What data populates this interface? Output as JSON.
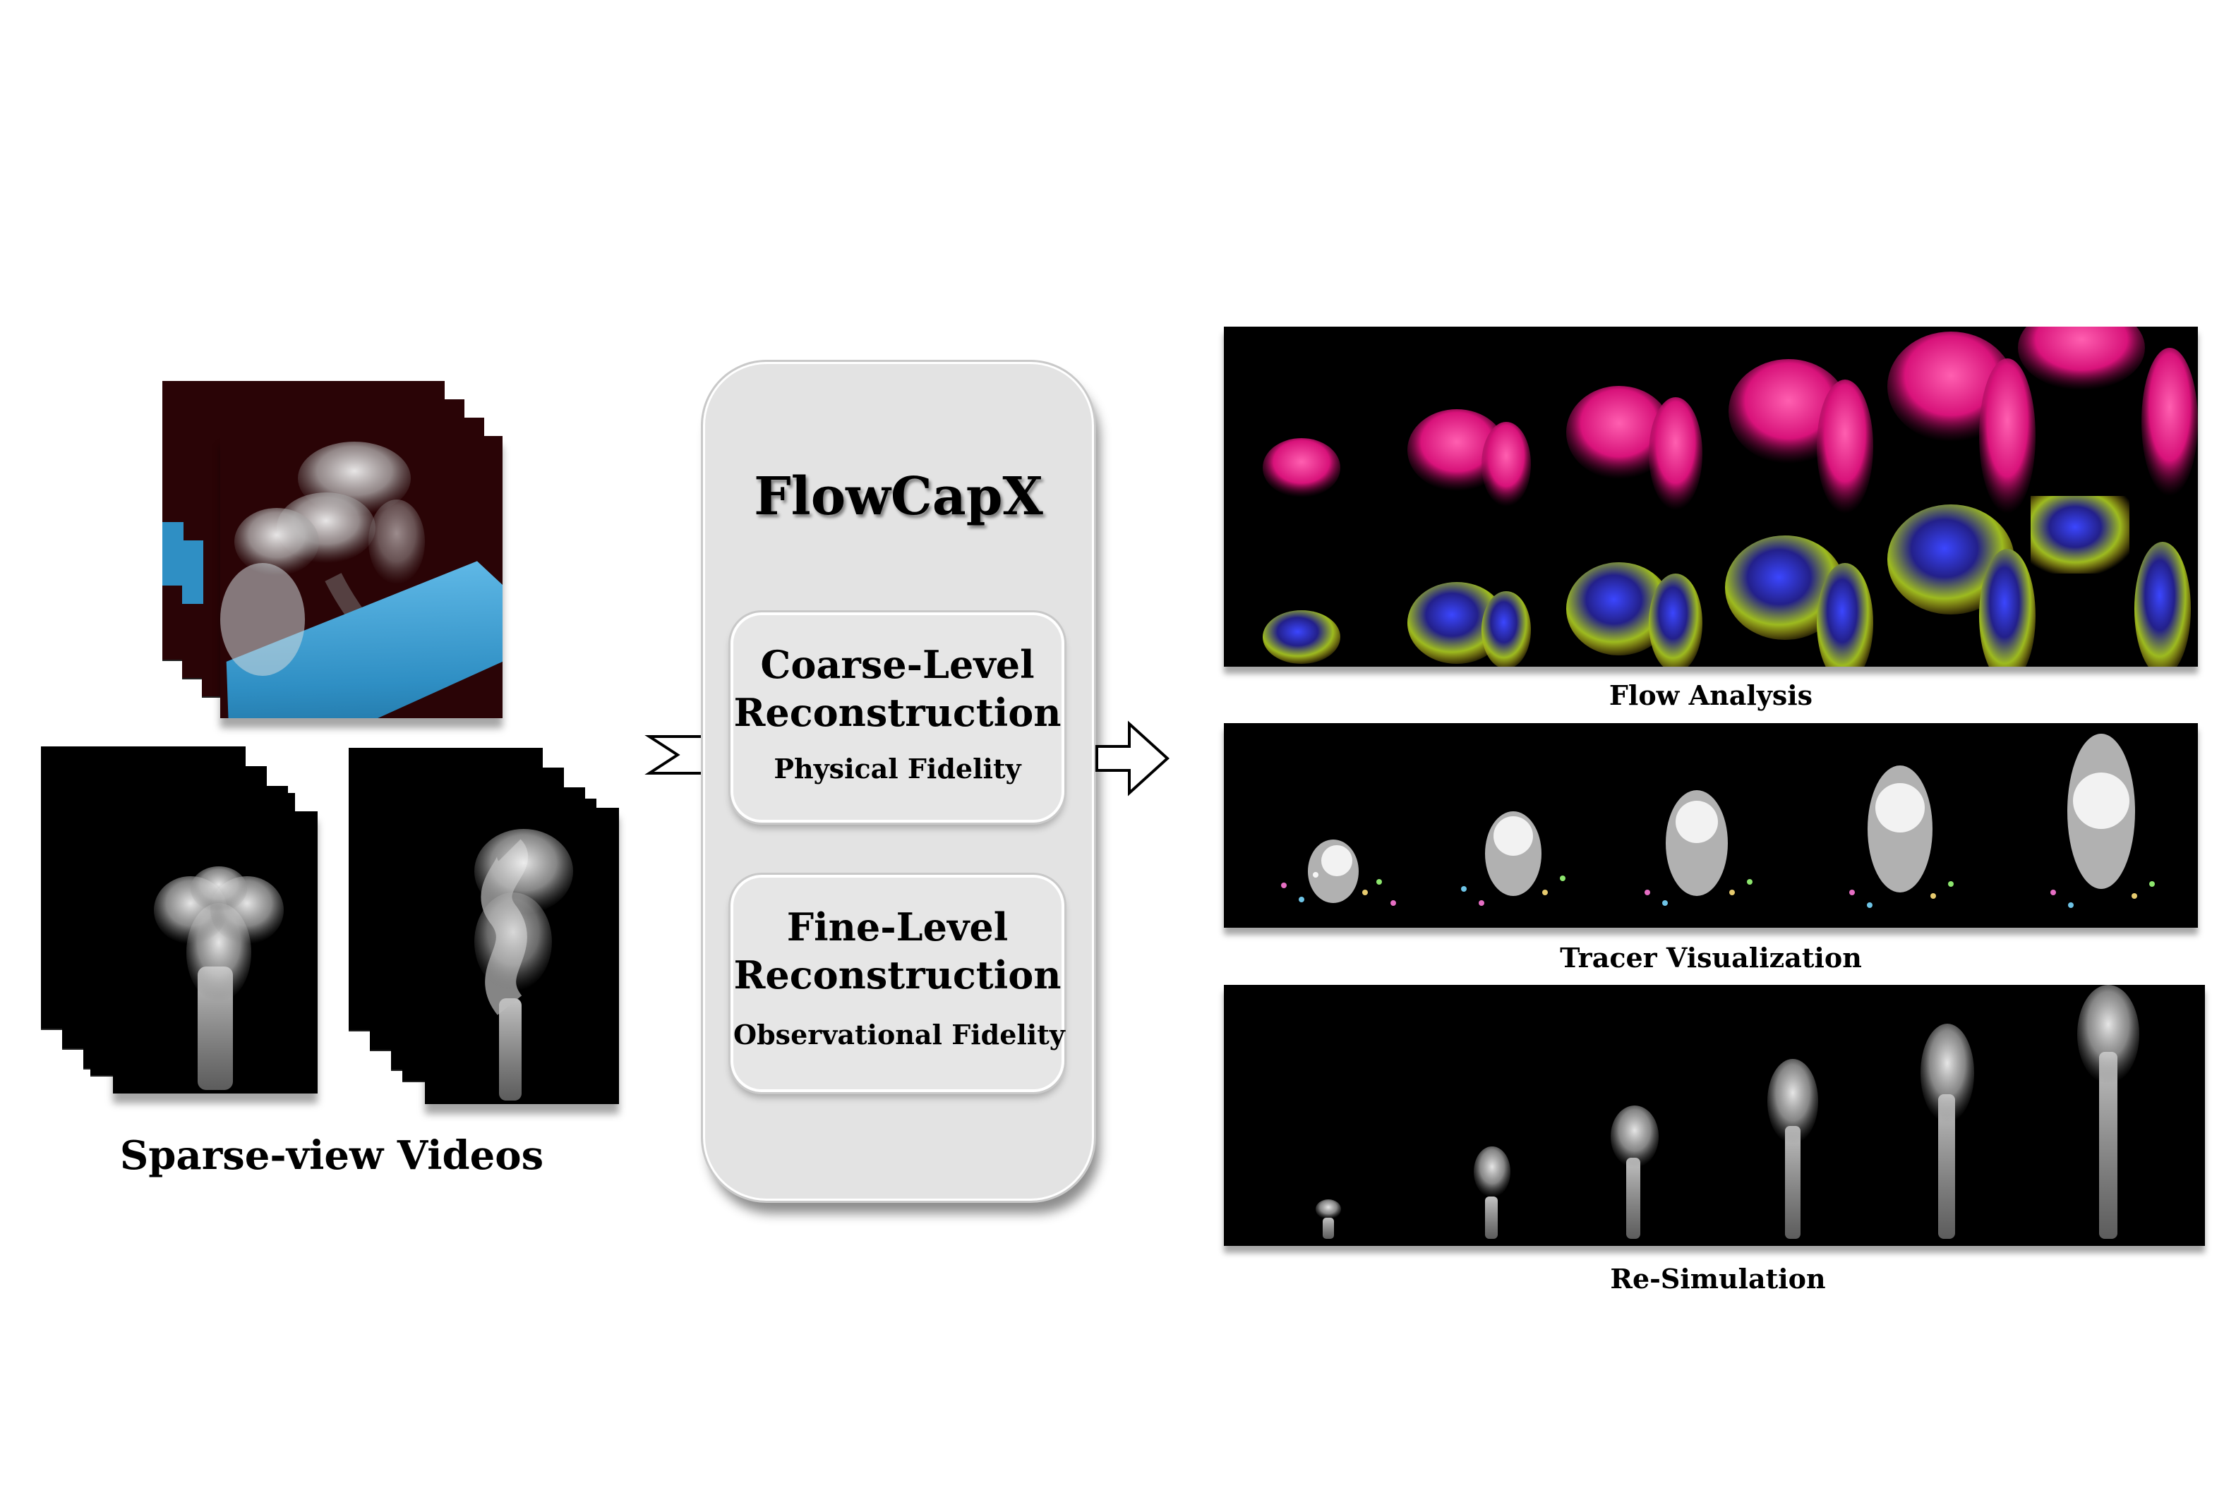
{
  "input": {
    "label": "Sparse-view Videos"
  },
  "pipeline": {
    "title": "FlowCapX",
    "stages": [
      {
        "title_line1": "Coarse-Level",
        "title_line2": "Reconstruction",
        "subtitle": "Physical Fidelity"
      },
      {
        "title_line1": "Fine-Level",
        "title_line2": "Reconstruction",
        "subtitle": "Observational Fidelity"
      }
    ]
  },
  "outputs": [
    {
      "label": "Flow Analysis"
    },
    {
      "label": "Tracer Visualization"
    },
    {
      "label": "Re-Simulation"
    }
  ],
  "colors": {
    "dark_red_bg": "#2a0406",
    "cylinder_blue": "#2f8fc4",
    "flow_magenta": "#e0227e",
    "box_gray": "#e6e6e6"
  }
}
